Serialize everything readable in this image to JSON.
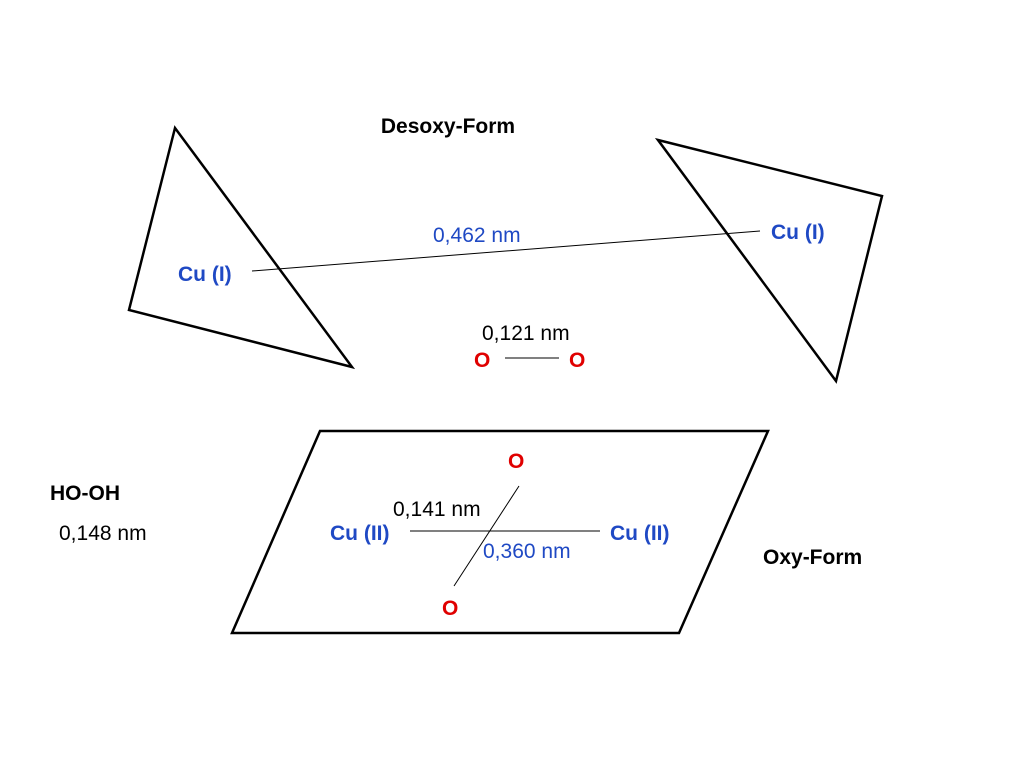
{
  "colors": {
    "copper": "#1f49c4",
    "oxygen": "#e00000",
    "text": "#000000",
    "outline": "#000000"
  },
  "desoxy": {
    "title": "Desoxy-Form",
    "cu_left": "Cu (I)",
    "cu_right": "Cu (I)",
    "cu_cu_distance": "0,462 nm",
    "o2_distance": "0,121 nm",
    "o_left": "O",
    "o_right": "O"
  },
  "oxy": {
    "title": "Oxy-Form",
    "cu_left": "Cu (II)",
    "cu_right": "Cu (II)",
    "o_top": "O",
    "o_bottom": "O",
    "o_o_distance": "0,141 nm",
    "cu_cu_distance": "0,360 nm"
  },
  "peroxide": {
    "title": "HO-OH",
    "o_o_distance": "0,148 nm"
  }
}
